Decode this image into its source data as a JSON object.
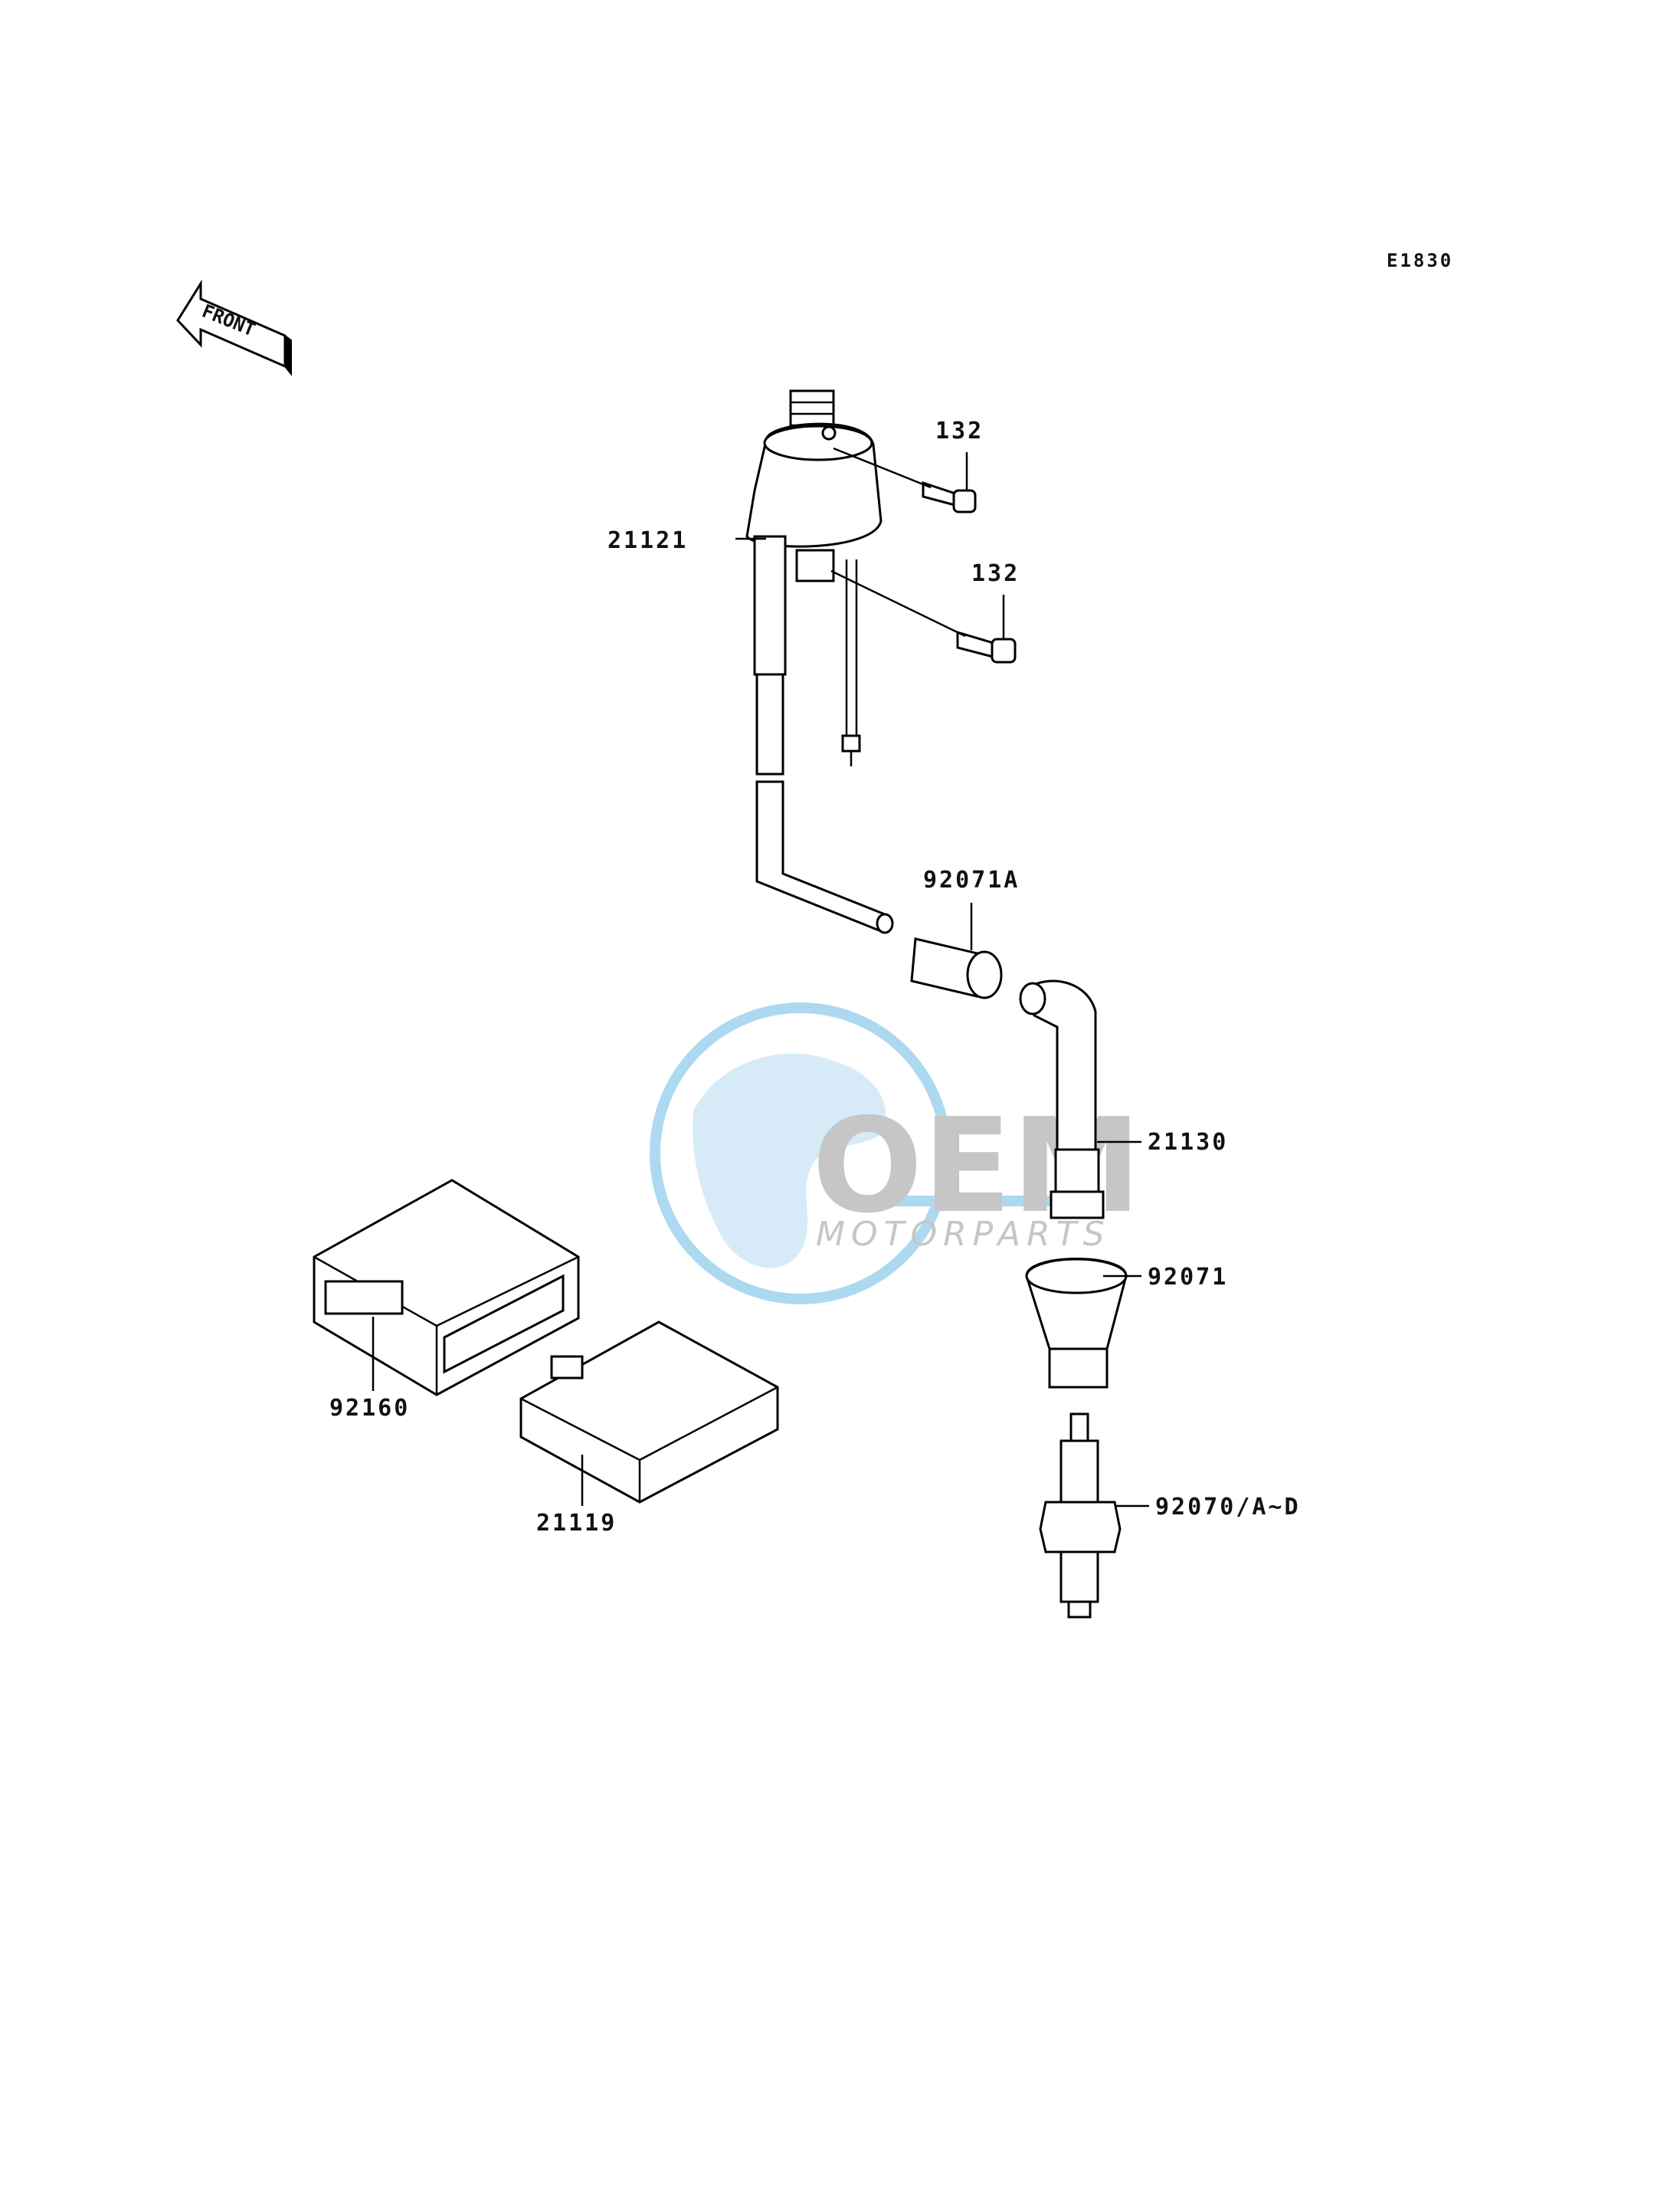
{
  "diagram": {
    "code": "E1830",
    "front_label": "FRONT",
    "watermark": {
      "title": "OEM",
      "subtitle": "MOTORPARTS",
      "globe_color": "#9fd3ee",
      "text_color": "#b9b9b9"
    },
    "callouts": {
      "ignition_coil": "21121",
      "bolt_upper": "132",
      "bolt_lower": "132",
      "cap_upper": "92071A",
      "plug_cap": "21130",
      "cap_lower": "92071",
      "spark_plug": "92070/A~D",
      "bracket": "92160",
      "igniter": "21119"
    }
  }
}
